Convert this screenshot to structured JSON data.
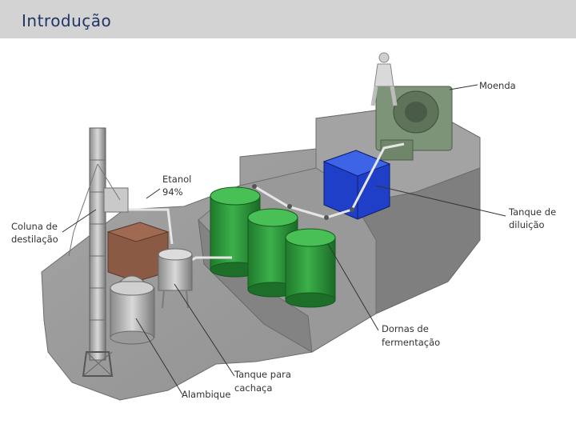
{
  "header": {
    "title": "Introdução"
  },
  "labels": {
    "moenda": "Moenda",
    "etanol_1": "Etanol",
    "etanol_2": "94%",
    "coluna_1": "Coluna de",
    "coluna_2": "destilação",
    "tanque_diluicao_1": "Tanque de",
    "tanque_diluicao_2": "diluição",
    "dornas_1": "Dornas de",
    "dornas_2": "fermentação",
    "tanque_cachaca_1": "Tanque para",
    "tanque_cachaca_2": "cachaça",
    "alambique": "Alambique"
  },
  "colors": {
    "header_bg": "#d3d3d3",
    "title": "#1f3566",
    "platform": "#9a9a9a",
    "fermentation_tank": "#2e9a3c",
    "dilution_tank": "#1f3fc8",
    "mill": "#7d9478",
    "still": "#b8b8b8"
  }
}
